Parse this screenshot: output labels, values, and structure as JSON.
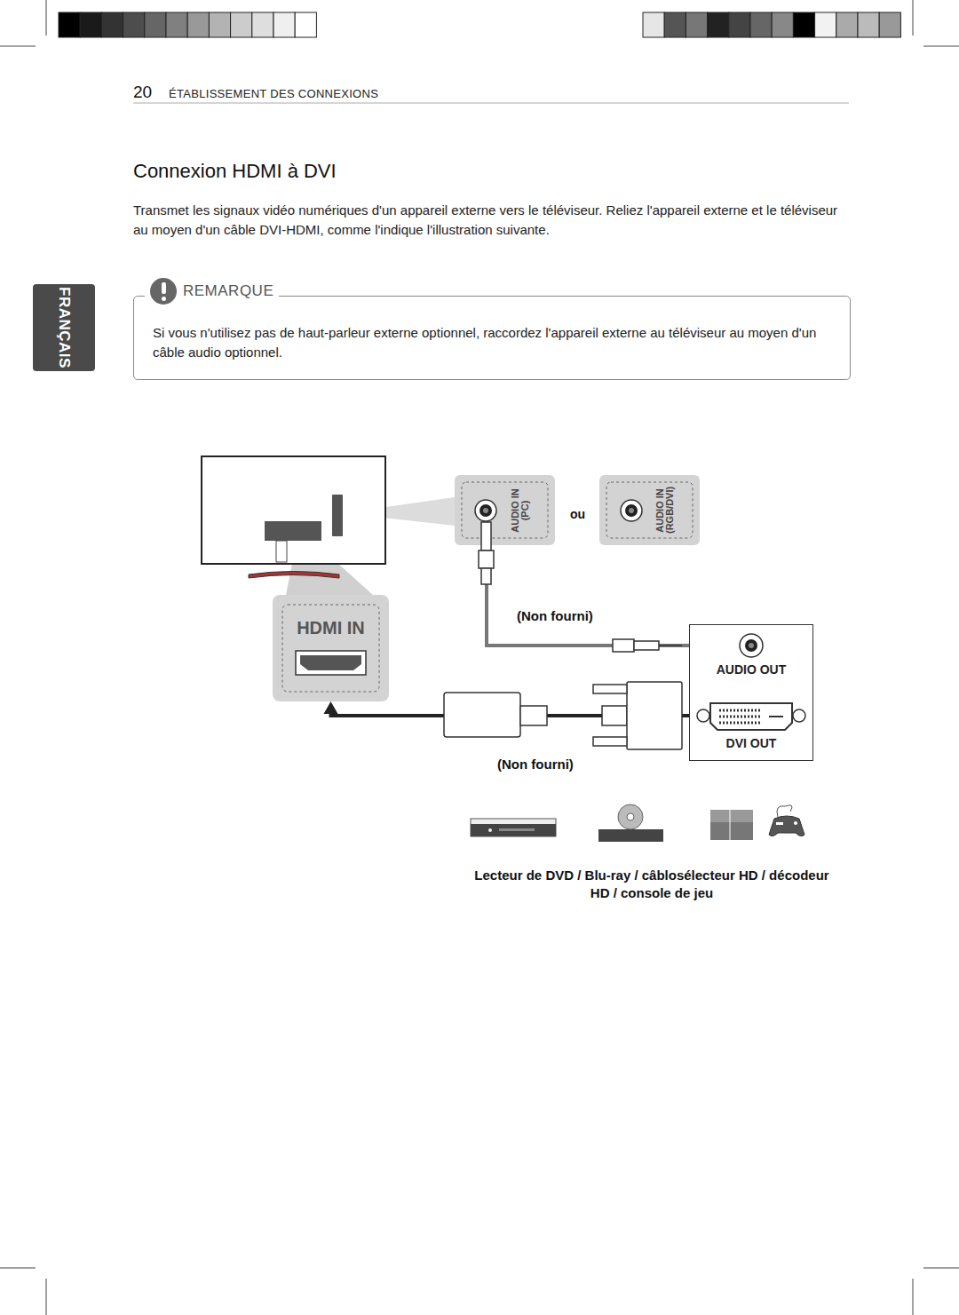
{
  "diagram": {
    "title": "Connexion HDMI à DVI",
    "nodes": [
      {
        "text": [
          "FRANÇAIS"
        ]
      },
      {
        "text": [
          "REMARQUE",
          "Si vous n'utilisez pas de haut-parleur externe optionnel, raccordez l'appareil externe au téléviseur au moyen d'un câble audio optionnel."
        ]
      },
      {
        "text": [
          "HDMI IN"
        ]
      },
      {
        "text": [
          "AUDIO IN (PC)"
        ]
      },
      {
        "text": [
          "AUDIO IN (RGB/DVI)"
        ]
      },
      {
        "text": [
          "AUDIO OUT",
          "DVI OUT"
        ]
      }
    ],
    "edges": [
      {
        "from": 5,
        "to": 3,
        "label": "(Non fourni)",
        "arrow": "none"
      },
      {
        "from": 5,
        "to": 2,
        "label": "(Non fourni)",
        "arrow": "to"
      }
    ],
    "labels": [
      "20",
      "ÉTABLISSEMENT DES CONNEXIONS",
      "Transmet les signaux vidéo numériques d'un appareil externe vers le téléviseur. Reliez l'appareil externe et le téléviseur au moyen d'un câble DVI-HDMI, comme l'indique l'illustration suivante.",
      "ou",
      "Lecteur de DVD / Blu-ray / câblosélecteur HD / décodeur HD / console de jeu"
    ]
  }
}
